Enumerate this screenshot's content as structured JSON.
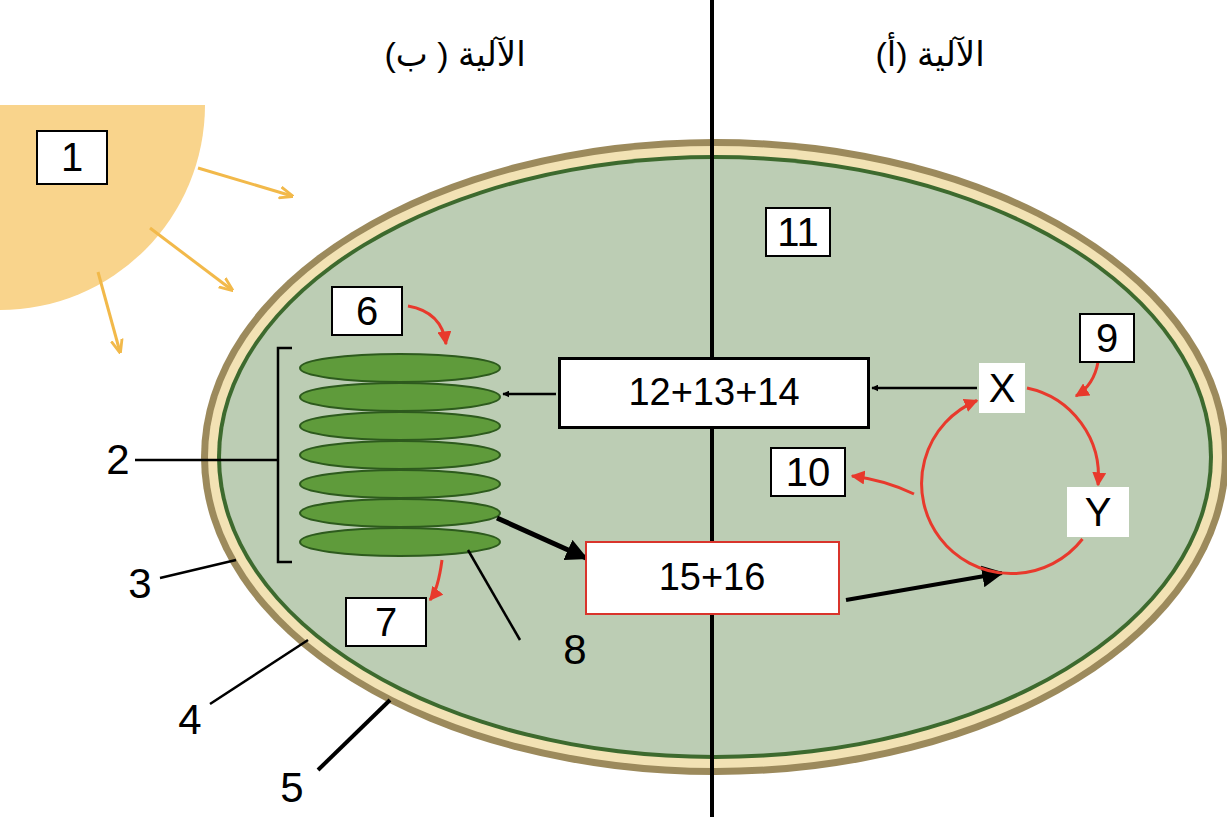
{
  "diagram": {
    "nodes": [
      {
        "text": [
          "1"
        ]
      },
      {
        "text": [
          "11"
        ]
      },
      {
        "text": [
          "6"
        ]
      },
      {
        "text": [
          "9"
        ]
      },
      {
        "text": [
          "X"
        ]
      },
      {
        "text": [
          "12+13+14"
        ]
      },
      {
        "text": [
          "10"
        ]
      },
      {
        "text": [
          "Y"
        ]
      },
      {
        "text": [
          "15+16"
        ]
      },
      {
        "text": [
          "7"
        ]
      }
    ],
    "edges": [
      {
        "from": 4,
        "to": 5,
        "arrow": "to"
      },
      {
        "from": 4,
        "to": 7,
        "arrow": "to"
      },
      {
        "from": 7,
        "to": 4,
        "arrow": "to"
      }
    ],
    "labels": [
      "الآلية ( ب)",
      "الآلية (أ)",
      "2",
      "3",
      "4",
      "5",
      "8"
    ]
  }
}
